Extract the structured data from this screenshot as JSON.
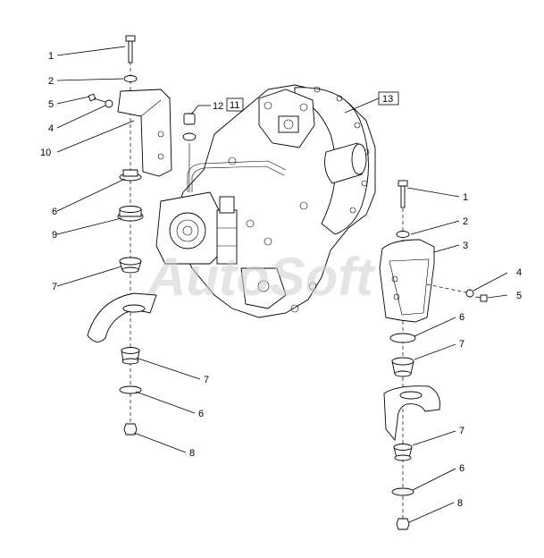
{
  "watermark": "AutoSoft",
  "callouts": {
    "l_1": "1",
    "l_2": "2",
    "l_5": "5",
    "l_4": "4",
    "l_10": "10",
    "l_6a": "6",
    "l_9": "9",
    "l_7a": "7",
    "l_7b": "7",
    "l_6b": "6",
    "l_8a": "8",
    "l_12": "12",
    "l_11": "11",
    "l_13": "13",
    "r_1": "1",
    "r_2": "2",
    "r_3": "3",
    "r_4": "4",
    "r_5": "5",
    "r_6a": "6",
    "r_7a": "7",
    "r_7b": "7",
    "r_6b": "6",
    "r_8": "8"
  },
  "icons": {
    "transmission": "transmission-assembly-icon",
    "bolt": "bolt-icon",
    "washer": "washer-icon",
    "nut": "nut-icon",
    "rubber_mount": "rubber-mount-icon",
    "bracket": "bracket-icon",
    "support": "support-cradle-icon"
  }
}
